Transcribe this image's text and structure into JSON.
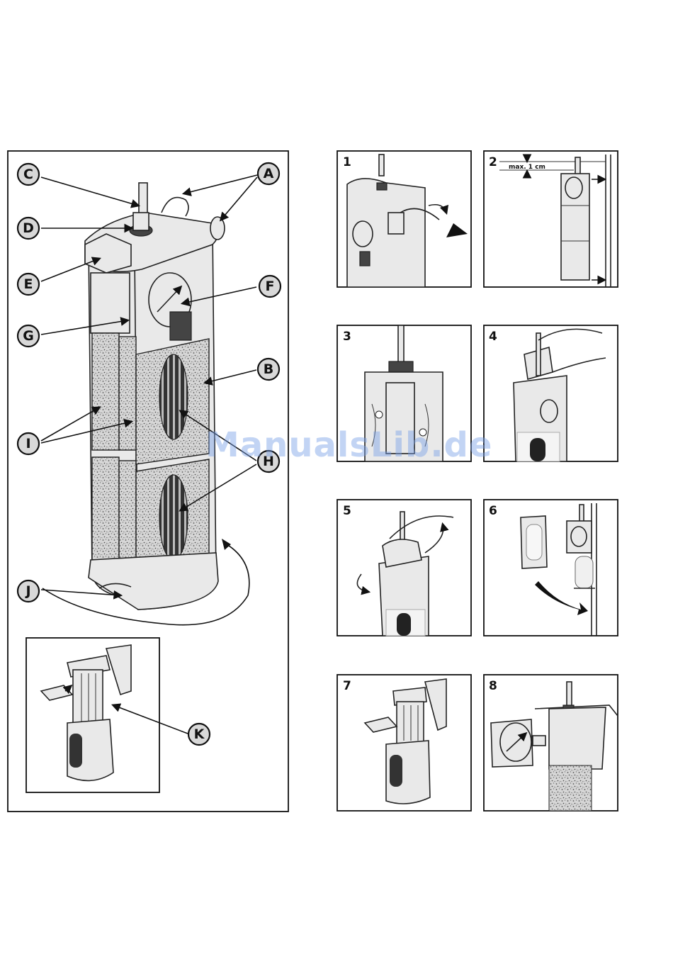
{
  "labels": [
    "A",
    "B",
    "C",
    "D",
    "E",
    "F",
    "G",
    "H",
    "I",
    "J",
    "K"
  ],
  "steps": [
    "1",
    "2",
    "3",
    "4",
    "5",
    "6",
    "7",
    "8"
  ],
  "dimension_text": "max. 1 cm",
  "watermark": "ManualsLib.de",
  "colors": {
    "ink": "#111111",
    "sponge": "#cfcfcf",
    "body": "#e9e9e9",
    "watermark": "#78a0e6"
  }
}
